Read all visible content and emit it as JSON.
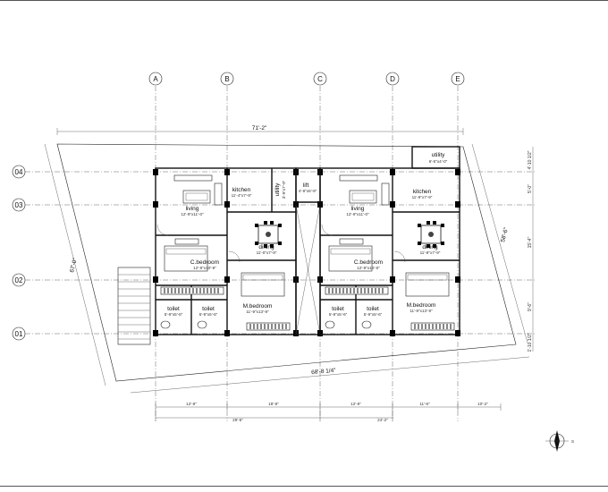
{
  "grid": {
    "columns": [
      "A",
      "B",
      "C",
      "D",
      "E"
    ],
    "rows": [
      "04",
      "03",
      "02",
      "01"
    ]
  },
  "dimensions": {
    "overall_top": "71'-2\"",
    "overall_bottom": "68'-8 1/4\"",
    "left_side": "67'-0\"",
    "right_side": "58'-6\"",
    "bottom_segments": [
      "12'-9\"",
      "18'-8\"",
      "12'-9\"",
      "11'-6\"",
      "10'-2\""
    ],
    "bottom_totals": [
      "29'-5\"",
      "24'-2\""
    ],
    "right_segments": [
      "4'-10 1/2\"",
      "5'-0\"",
      "15'-4\"",
      "9'-6\"",
      "1'-10 1/2\""
    ]
  },
  "unit_left": {
    "rooms": {
      "kitchen": {
        "name": "kitchen",
        "size": "11'-4\"x7'-9\""
      },
      "utility": {
        "name": "utility",
        "size": "3'-9\"x7'-9\""
      },
      "living": {
        "name": "living",
        "size": "12'-9\"x11'-0\""
      },
      "dining": {
        "name": "dining",
        "size": "11'-0\"x7'-9\""
      },
      "c_bedroom": {
        "name": "C.bedroom",
        "size": "12'-9\"x10'-9\""
      },
      "m_bedroom": {
        "name": "M.bedroom",
        "size": "11'-9\"x13'-9\""
      },
      "toilet_1": {
        "name": "toilet",
        "size": "5'-9\"x5'-6\""
      },
      "toilet_2": {
        "name": "toilet",
        "size": "5'-9\"x5'-6\""
      }
    }
  },
  "lift": {
    "name": "lift",
    "size": "4'-9\"x6'-9\""
  },
  "unit_right": {
    "rooms": {
      "utility": {
        "name": "utility",
        "size": "6'-5\"x4'-0\""
      },
      "kitchen": {
        "name": "kitchen",
        "size": "11'-9\"x7'-9\""
      },
      "living": {
        "name": "living",
        "size": "12'-9\"x11'-0\""
      },
      "dining": {
        "name": "dining",
        "size": "11'-9\"x7'-9\""
      },
      "c_bedroom": {
        "name": "C.bedroom",
        "size": "12'-9\"x10'-6\""
      },
      "m_bedroom": {
        "name": "M.bedroom",
        "size": "11'-9\"x13'-9\""
      },
      "toilet_1": {
        "name": "toilet",
        "size": "5'-9\"x5'-6\""
      },
      "toilet_2": {
        "name": "toilet",
        "size": "5'-9\"x5'-6\""
      }
    }
  },
  "north_arrow": {
    "label": "S"
  },
  "colors": {
    "line": "#111111",
    "background": "#ffffff"
  }
}
